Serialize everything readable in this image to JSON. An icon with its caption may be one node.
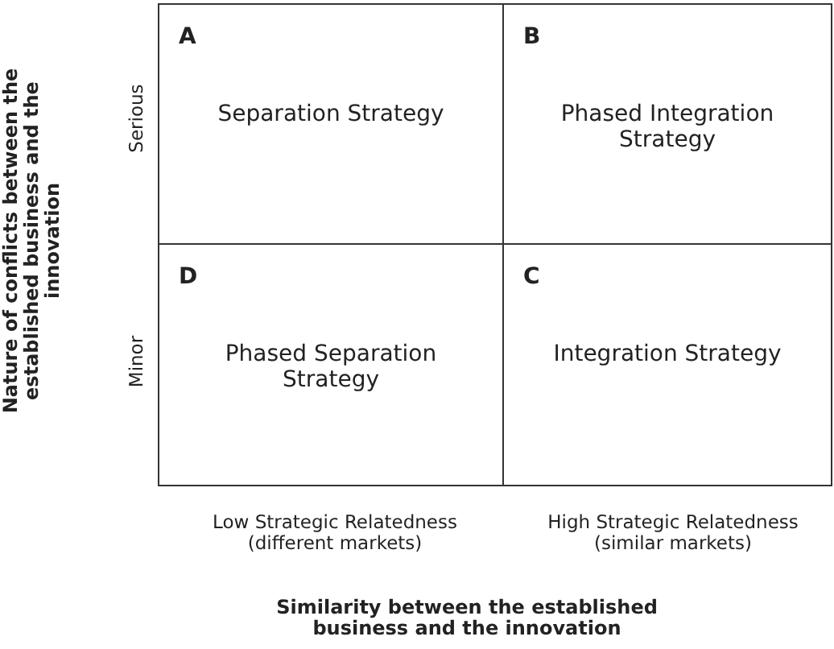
{
  "diagram": {
    "nodes": [
      {
        "text": [
          "A",
          "Separation Strategy"
        ]
      },
      {
        "text": [
          "B",
          "Phased Integration Strategy"
        ]
      },
      {
        "text": [
          "D",
          "Phased Separation Strategy"
        ]
      },
      {
        "text": [
          "C",
          "Integration Strategy"
        ]
      }
    ],
    "labels": [
      "Nature of conflicts between the established business and the innovation",
      "Serious",
      "Minor",
      "Low Strategic Relatedness (different markets)",
      "High Strategic Relatedness (similar markets)",
      "Similarity between the established business and the innovation"
    ]
  }
}
